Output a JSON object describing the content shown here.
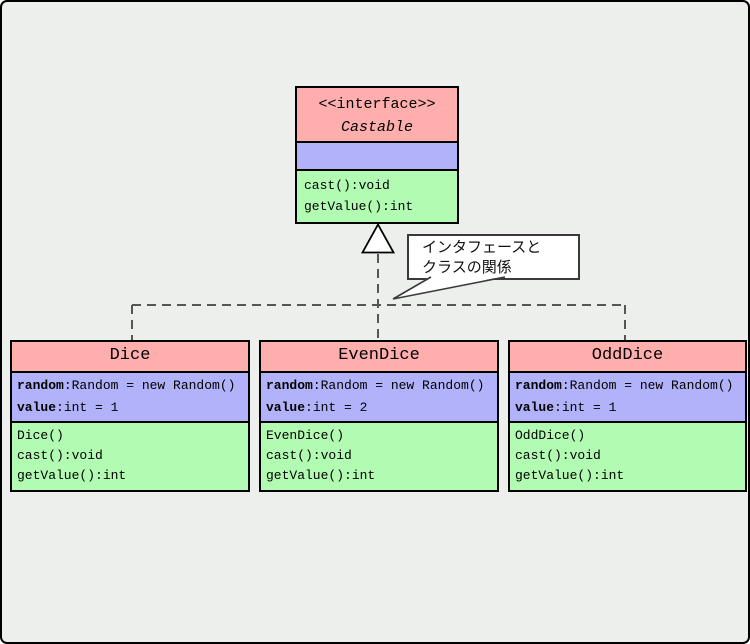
{
  "colors": {
    "bg": "#edefed",
    "pink": "#ffaeae",
    "purple": "#b2b2fb",
    "green": "#b2fbb2",
    "dash": "#555555"
  },
  "interface_box": {
    "stereotype": "<<interface>>",
    "name": "Castable",
    "methods": [
      "cast():void",
      "getValue():int"
    ]
  },
  "note": {
    "lines": [
      "インタフェースと",
      "クラスの関係"
    ]
  },
  "classes": [
    {
      "name": "Dice",
      "attributes": [
        {
          "name": "random",
          "rest": ":Random = new Random()"
        },
        {
          "name": "value",
          "rest": ":int = 1"
        }
      ],
      "methods": [
        "Dice()",
        "cast():void",
        "getValue():int"
      ]
    },
    {
      "name": "EvenDice",
      "attributes": [
        {
          "name": "random",
          "rest": ":Random = new Random()"
        },
        {
          "name": "value",
          "rest": ":int = 2"
        }
      ],
      "methods": [
        "EvenDice()",
        "cast():void",
        "getValue():int"
      ]
    },
    {
      "name": "OddDice",
      "attributes": [
        {
          "name": "random",
          "rest": ":Random = new Random()"
        },
        {
          "name": "value",
          "rest": ":int = 1"
        }
      ],
      "methods": [
        "OddDice()",
        "cast():void",
        "getValue():int"
      ]
    }
  ]
}
